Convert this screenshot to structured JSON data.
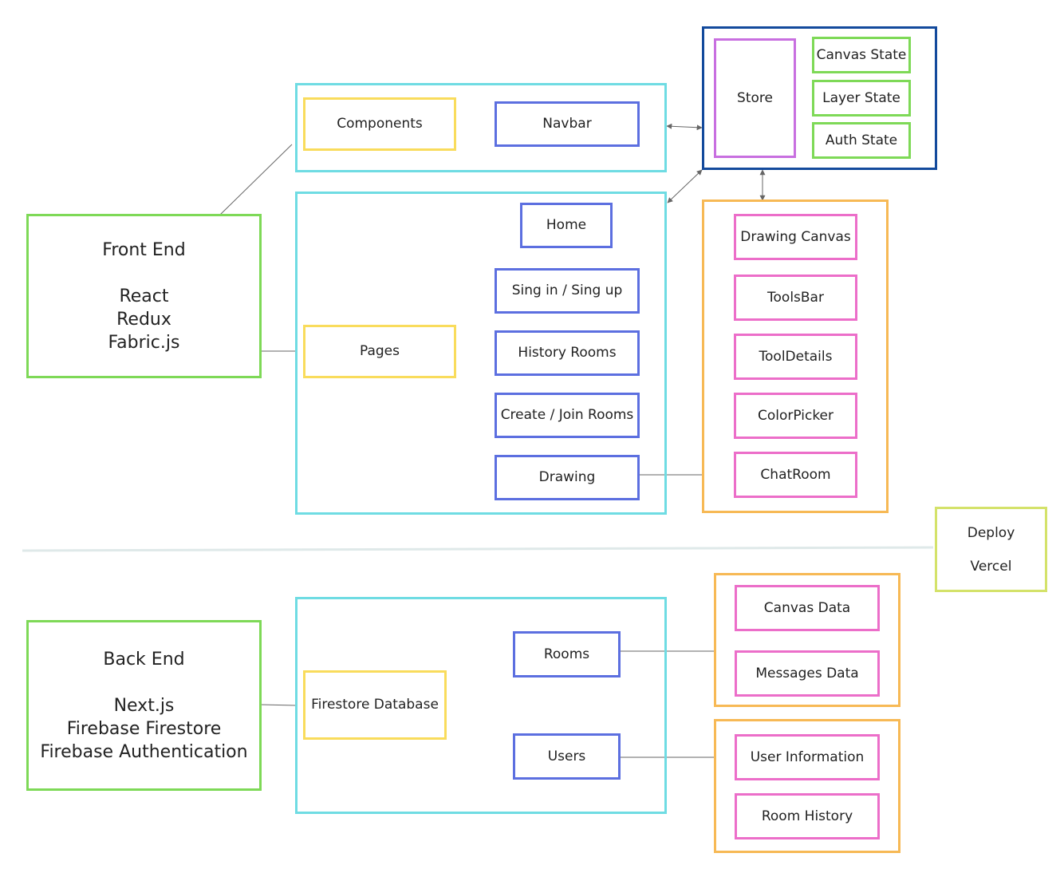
{
  "colors": {
    "cyan": "#6fdce3",
    "yellow": "#f9dc5c",
    "blue": "#5c6fe0",
    "green": "#7ed957",
    "pink": "#ec6ec9",
    "orange": "#f7b955",
    "purple": "#c86fe0",
    "navy": "#134a9c",
    "lime": "#d4e26a",
    "line": "#666666"
  },
  "frontend": {
    "title": "Front End",
    "tech": [
      "React",
      "Redux",
      "Fabric.js"
    ]
  },
  "backend": {
    "title": "Back End",
    "tech": [
      "Next.js",
      "Firebase Firestore",
      "Firebase Authentication"
    ]
  },
  "components": {
    "label": "Components",
    "navbar": "Navbar"
  },
  "pages": {
    "label": "Pages",
    "items": [
      "Home",
      "Sing in / Sing up",
      "History Rooms",
      "Create / Join Rooms",
      "Drawing"
    ]
  },
  "store": {
    "label": "Store",
    "states": [
      "Canvas State",
      "Layer State",
      "Auth State"
    ]
  },
  "drawing_parts": [
    "Drawing Canvas",
    "ToolsBar",
    "ToolDetails",
    "ColorPicker",
    "ChatRoom"
  ],
  "deploy": {
    "label": "Deploy",
    "platform": "Vercel"
  },
  "database": {
    "label": "Firestore Database",
    "rooms": "Rooms",
    "users": "Users",
    "rooms_data": [
      "Canvas Data",
      "Messages Data"
    ],
    "users_data": [
      "User Information",
      "Room History"
    ]
  }
}
